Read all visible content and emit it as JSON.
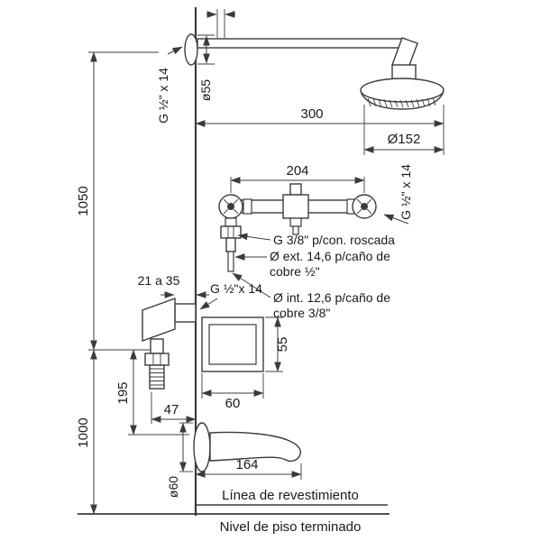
{
  "diagram": {
    "type": "technical-drawing",
    "subject": "shower-and-bath-mixer-installation-dimensions",
    "colors": {
      "line": "#3b3b3b",
      "text": "#1a1a1a",
      "background": "#ffffff"
    },
    "dimensions": {
      "d300": "300",
      "d152": "Ø152",
      "d204": "204",
      "d1050": "1050",
      "d1000": "1000",
      "d195": "195",
      "d47": "47",
      "d55_square": "55",
      "d60_square": "60",
      "d164": "164",
      "d60_spout": "ø60",
      "d55_flange": "ø55",
      "range_wall": "21 a 35"
    },
    "threads": {
      "shower_arm": "G ½\" x 14",
      "mixer": "G ½\" x 14",
      "bath_valve": "G ½\"x 14"
    },
    "notes": {
      "g38": "G 3/8\" p/con. roscada",
      "ext_line1": "Ø ext. 14,6 p/caño de",
      "ext_line2": "cobre ½\"",
      "int_line1": "Ø int. 12,6 p/caño de",
      "int_line2": "cobre 3/8\"",
      "revestimiento": "Línea de revestimiento",
      "piso": "Nivel de piso terminado"
    }
  }
}
